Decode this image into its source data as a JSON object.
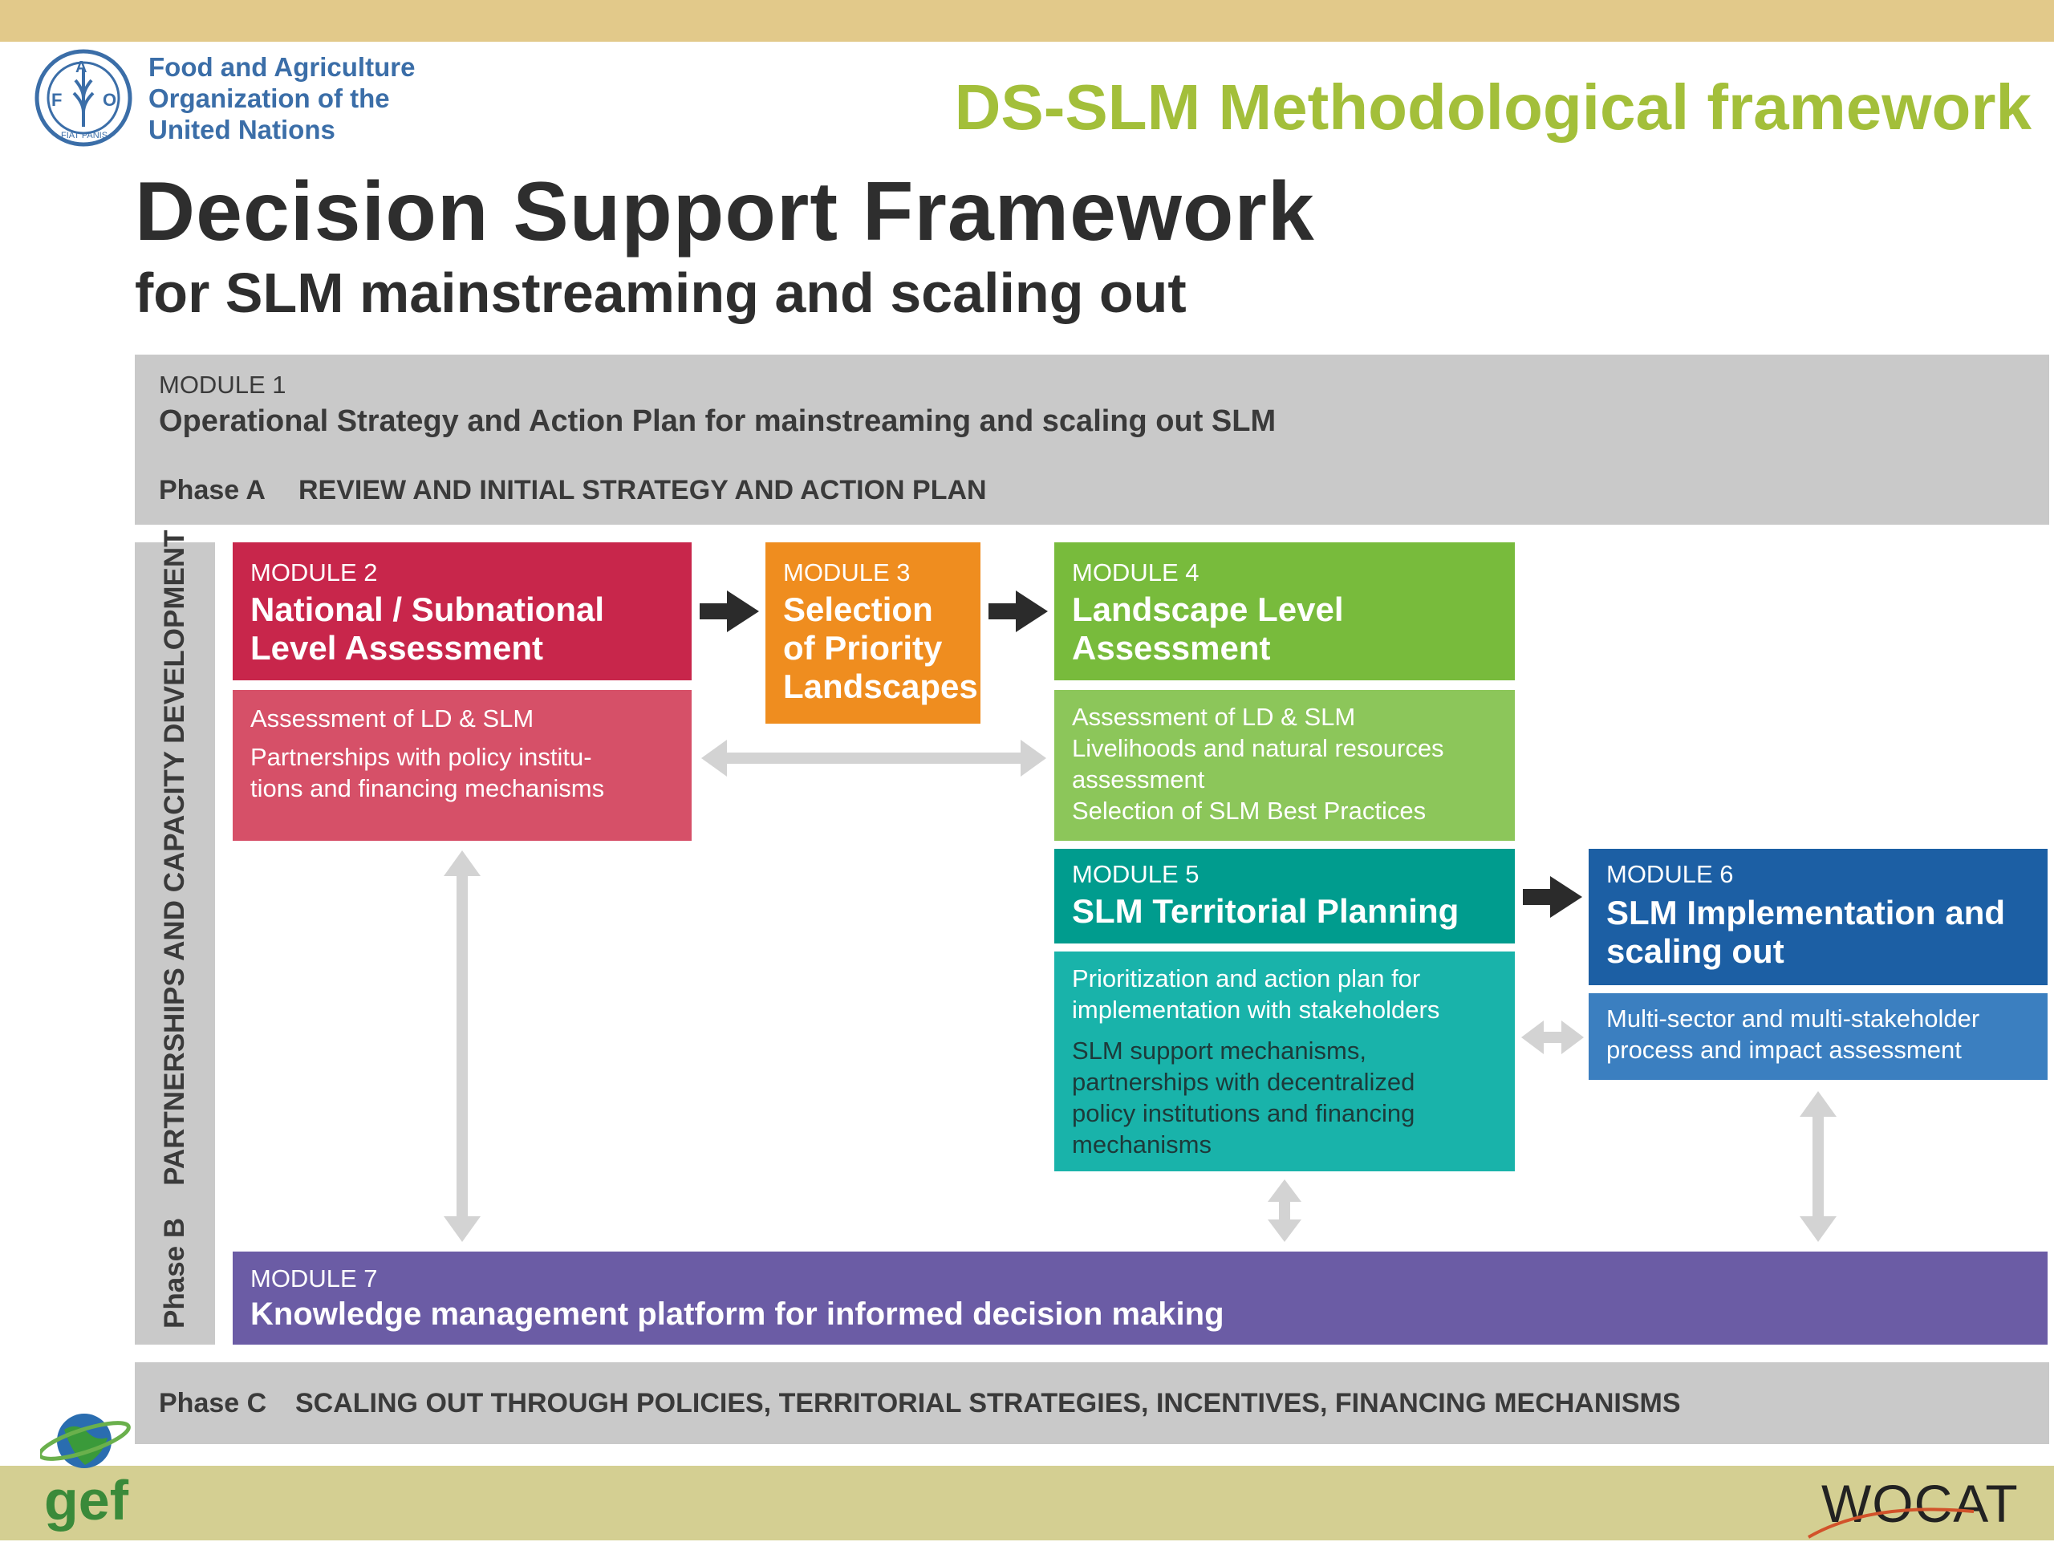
{
  "header": {
    "org_line1": "Food and Agriculture",
    "org_line2": "Organization of the",
    "org_line3": "United Nations",
    "fao_letters": [
      "F",
      "A",
      "O"
    ],
    "fao_ring_text": "FIAT PANIS",
    "slide_title": "DS-SLM Methodological framework"
  },
  "title": {
    "main": "Decision Support Framework",
    "sub": "for SLM mainstreaming and scaling out"
  },
  "module1": {
    "label": "MODULE 1",
    "title": "Operational Strategy and Action Plan for mainstreaming and scaling out SLM",
    "phase": "Phase A",
    "phase_text": "REVIEW AND INITIAL STRATEGY AND ACTION PLAN"
  },
  "side": {
    "phase": "Phase B",
    "text": "PARTNERSHIPS AND CAPACITY DEVELOPMENT"
  },
  "module2": {
    "label": "MODULE 2",
    "title_line1": "National / Subnational",
    "title_line2": "Level Assessment",
    "detail1": "Assessment of LD & SLM",
    "detail2a": "Partnerships with policy institu-",
    "detail2b": "tions and financing mechanisms"
  },
  "module3": {
    "label": "MODULE 3",
    "title_line1": "Selection",
    "title_line2": "of Priority",
    "title_line3": "Landscapes"
  },
  "module4": {
    "label": "MODULE 4",
    "title_line1": "Landscape Level",
    "title_line2": "Assessment",
    "detail1": "Assessment of LD & SLM",
    "detail2": "Livelihoods and natural resources",
    "detail3": "assessment",
    "detail4": "Selection of SLM Best Practices"
  },
  "module5": {
    "label": "MODULE 5",
    "title": "SLM Territorial Planning",
    "detail1a": "Prioritization and action plan for",
    "detail1b": "implementation with stakeholders",
    "detail2a": "SLM support mechanisms,",
    "detail2b": "partnerships with decentralized",
    "detail2c": "policy institutions and financing",
    "detail2d": "mechanisms"
  },
  "module6": {
    "label": "MODULE 6",
    "title_line1": "SLM Implementation and",
    "title_line2": "scaling out",
    "detail1": "Multi-sector and multi-stakeholder",
    "detail2": "process and impact assessment"
  },
  "module7": {
    "label": "MODULE 7",
    "title": "Knowledge management platform for informed decision making"
  },
  "phasec": {
    "phase": "Phase C",
    "text": "SCALING OUT THROUGH POLICIES, TERRITORIAL STRATEGIES, INCENTIVES, FINANCING MECHANISMS"
  },
  "footer": {
    "left_logo": "gef",
    "right_logo": "WOCAT"
  },
  "colors": {
    "module2_head": "#c8264b",
    "module2_body": "#d65068",
    "module3": "#ef8d1f",
    "module4_head": "#78bb3c",
    "module4_body": "#8cc65a",
    "module5_head": "#009c8e",
    "module5_body": "#19b3aa",
    "module6_head": "#1c5fa4",
    "module6_body": "#3b7fc0",
    "module7": "#6b5ca5",
    "gray": "#c9c9c9",
    "title_green": "#a3bf3a"
  }
}
